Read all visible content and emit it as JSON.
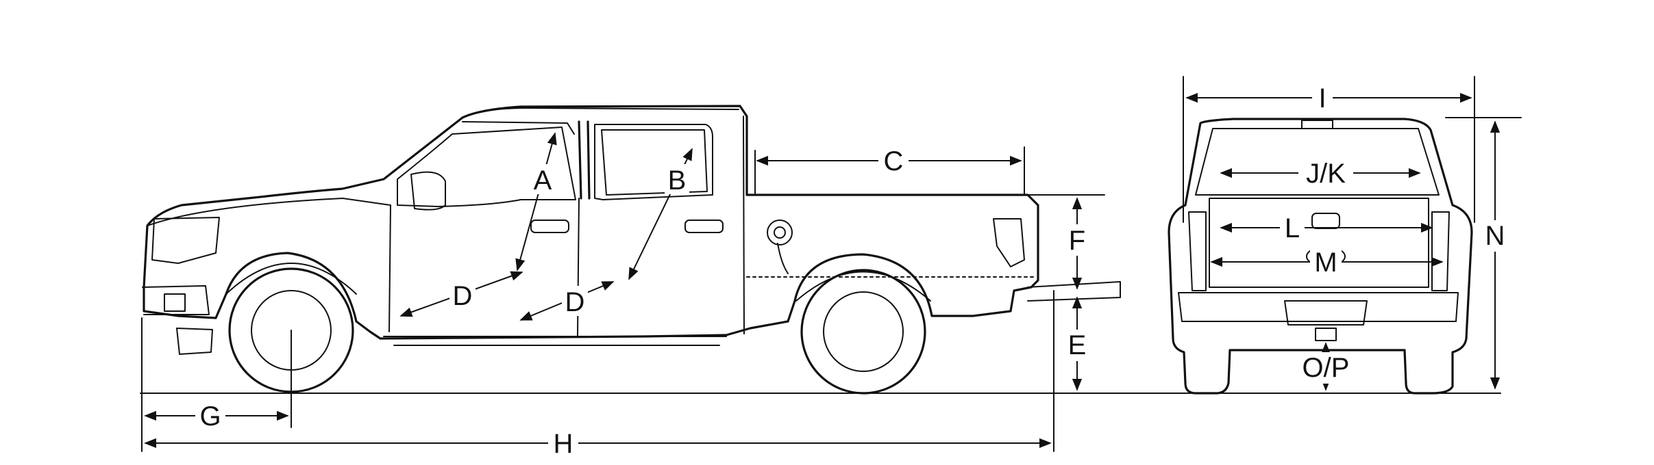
{
  "diagram": {
    "labels": {
      "A": "A",
      "B": "B",
      "C": "C",
      "D1": "D",
      "D2": "D",
      "E": "E",
      "F": "F",
      "G": "G",
      "H": "H",
      "I": "I",
      "JK": "J/K",
      "L": "L",
      "M": "M",
      "N": "N",
      "OP": "O/P"
    }
  }
}
